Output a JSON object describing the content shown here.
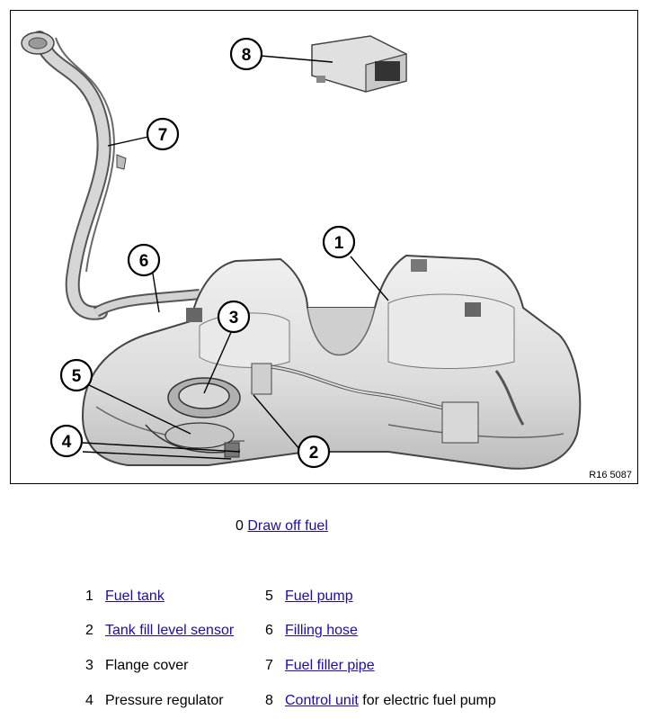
{
  "figure": {
    "code": "R16 5087",
    "callouts": [
      {
        "number": "1"
      },
      {
        "number": "2"
      },
      {
        "number": "3"
      },
      {
        "number": "4"
      },
      {
        "number": "5"
      },
      {
        "number": "6"
      },
      {
        "number": "7"
      },
      {
        "number": "8"
      }
    ]
  },
  "draw_off": {
    "number": "0",
    "link": "Draw off fuel"
  },
  "legend": [
    {
      "number": "1",
      "link": "Fuel tank",
      "text": ""
    },
    {
      "number": "2",
      "link": "Tank fill level sensor",
      "text": ""
    },
    {
      "number": "3",
      "link": "",
      "text": "Flange cover"
    },
    {
      "number": "4",
      "link": "",
      "text": "Pressure regulator"
    },
    {
      "number": "5",
      "link": "Fuel pump",
      "text": ""
    },
    {
      "number": "6",
      "link": "Filling hose",
      "text": ""
    },
    {
      "number": "7",
      "link": "Fuel filler pipe",
      "text": ""
    },
    {
      "number": "8",
      "link": "Control unit",
      "text": " for electric fuel pump"
    }
  ],
  "colors": {
    "link": "#1a0dab",
    "tank_fill": "#e4e4e4",
    "tank_shadow": "#b8b8b8"
  }
}
